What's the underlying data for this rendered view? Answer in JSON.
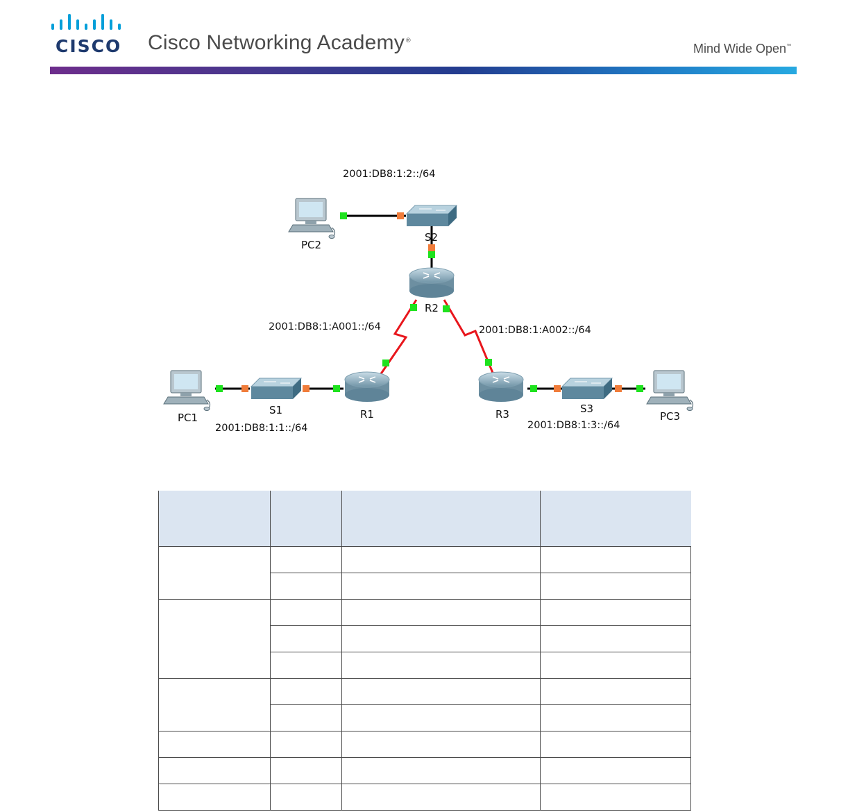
{
  "header": {
    "brand_word": "CISCO",
    "academy_title": "Cisco Networking Academy",
    "tagline": "Mind Wide Open",
    "colors": {
      "band_start": "#6d2d8c",
      "band_mid": "#233c8f",
      "band_end": "#27a9e1",
      "logo_blue": "#049fd9",
      "logo_navy": "#1e3a6e"
    }
  },
  "topology": {
    "devices": {
      "pc1": "PC1",
      "pc2": "PC2",
      "pc3": "PC3",
      "s1": "S1",
      "s2": "S2",
      "s3": "S3",
      "r1": "R1",
      "r2": "R2",
      "r3": "R3"
    },
    "networks": {
      "lan2": "2001:DB8:1:2::/64",
      "wan_r1_r2": "2001:DB8:1:A001::/64",
      "wan_r2_r3": "2001:DB8:1:A002::/64",
      "lan1": "2001:DB8:1:1::/64",
      "lan3": "2001:DB8:1:3::/64"
    }
  },
  "addressing_table": {
    "headers": [
      "",
      "",
      "",
      ""
    ],
    "rows": [
      [
        "",
        "",
        "",
        ""
      ],
      [
        "",
        "",
        "",
        ""
      ],
      [
        "",
        "",
        "",
        ""
      ],
      [
        "",
        "",
        "",
        ""
      ],
      [
        "",
        "",
        "",
        ""
      ],
      [
        "",
        "",
        "",
        ""
      ],
      [
        "",
        "",
        "",
        ""
      ],
      [
        "",
        "",
        "",
        ""
      ],
      [
        "",
        "",
        "",
        ""
      ],
      [
        "",
        "",
        "",
        ""
      ]
    ]
  }
}
